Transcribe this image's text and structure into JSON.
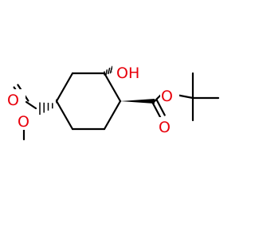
{
  "structure": {
    "colors": {
      "bond": "#000000",
      "heteroatom": "#e8000b",
      "background": "#ffffff"
    },
    "atom_labels": {
      "hydroxyl": "OH",
      "tbu_ester_single_o": "O",
      "tbu_ester_carbonyl_o": "O",
      "methyl_ester_carbonyl_o": "O",
      "methyl_ester_single_o": "O"
    }
  }
}
